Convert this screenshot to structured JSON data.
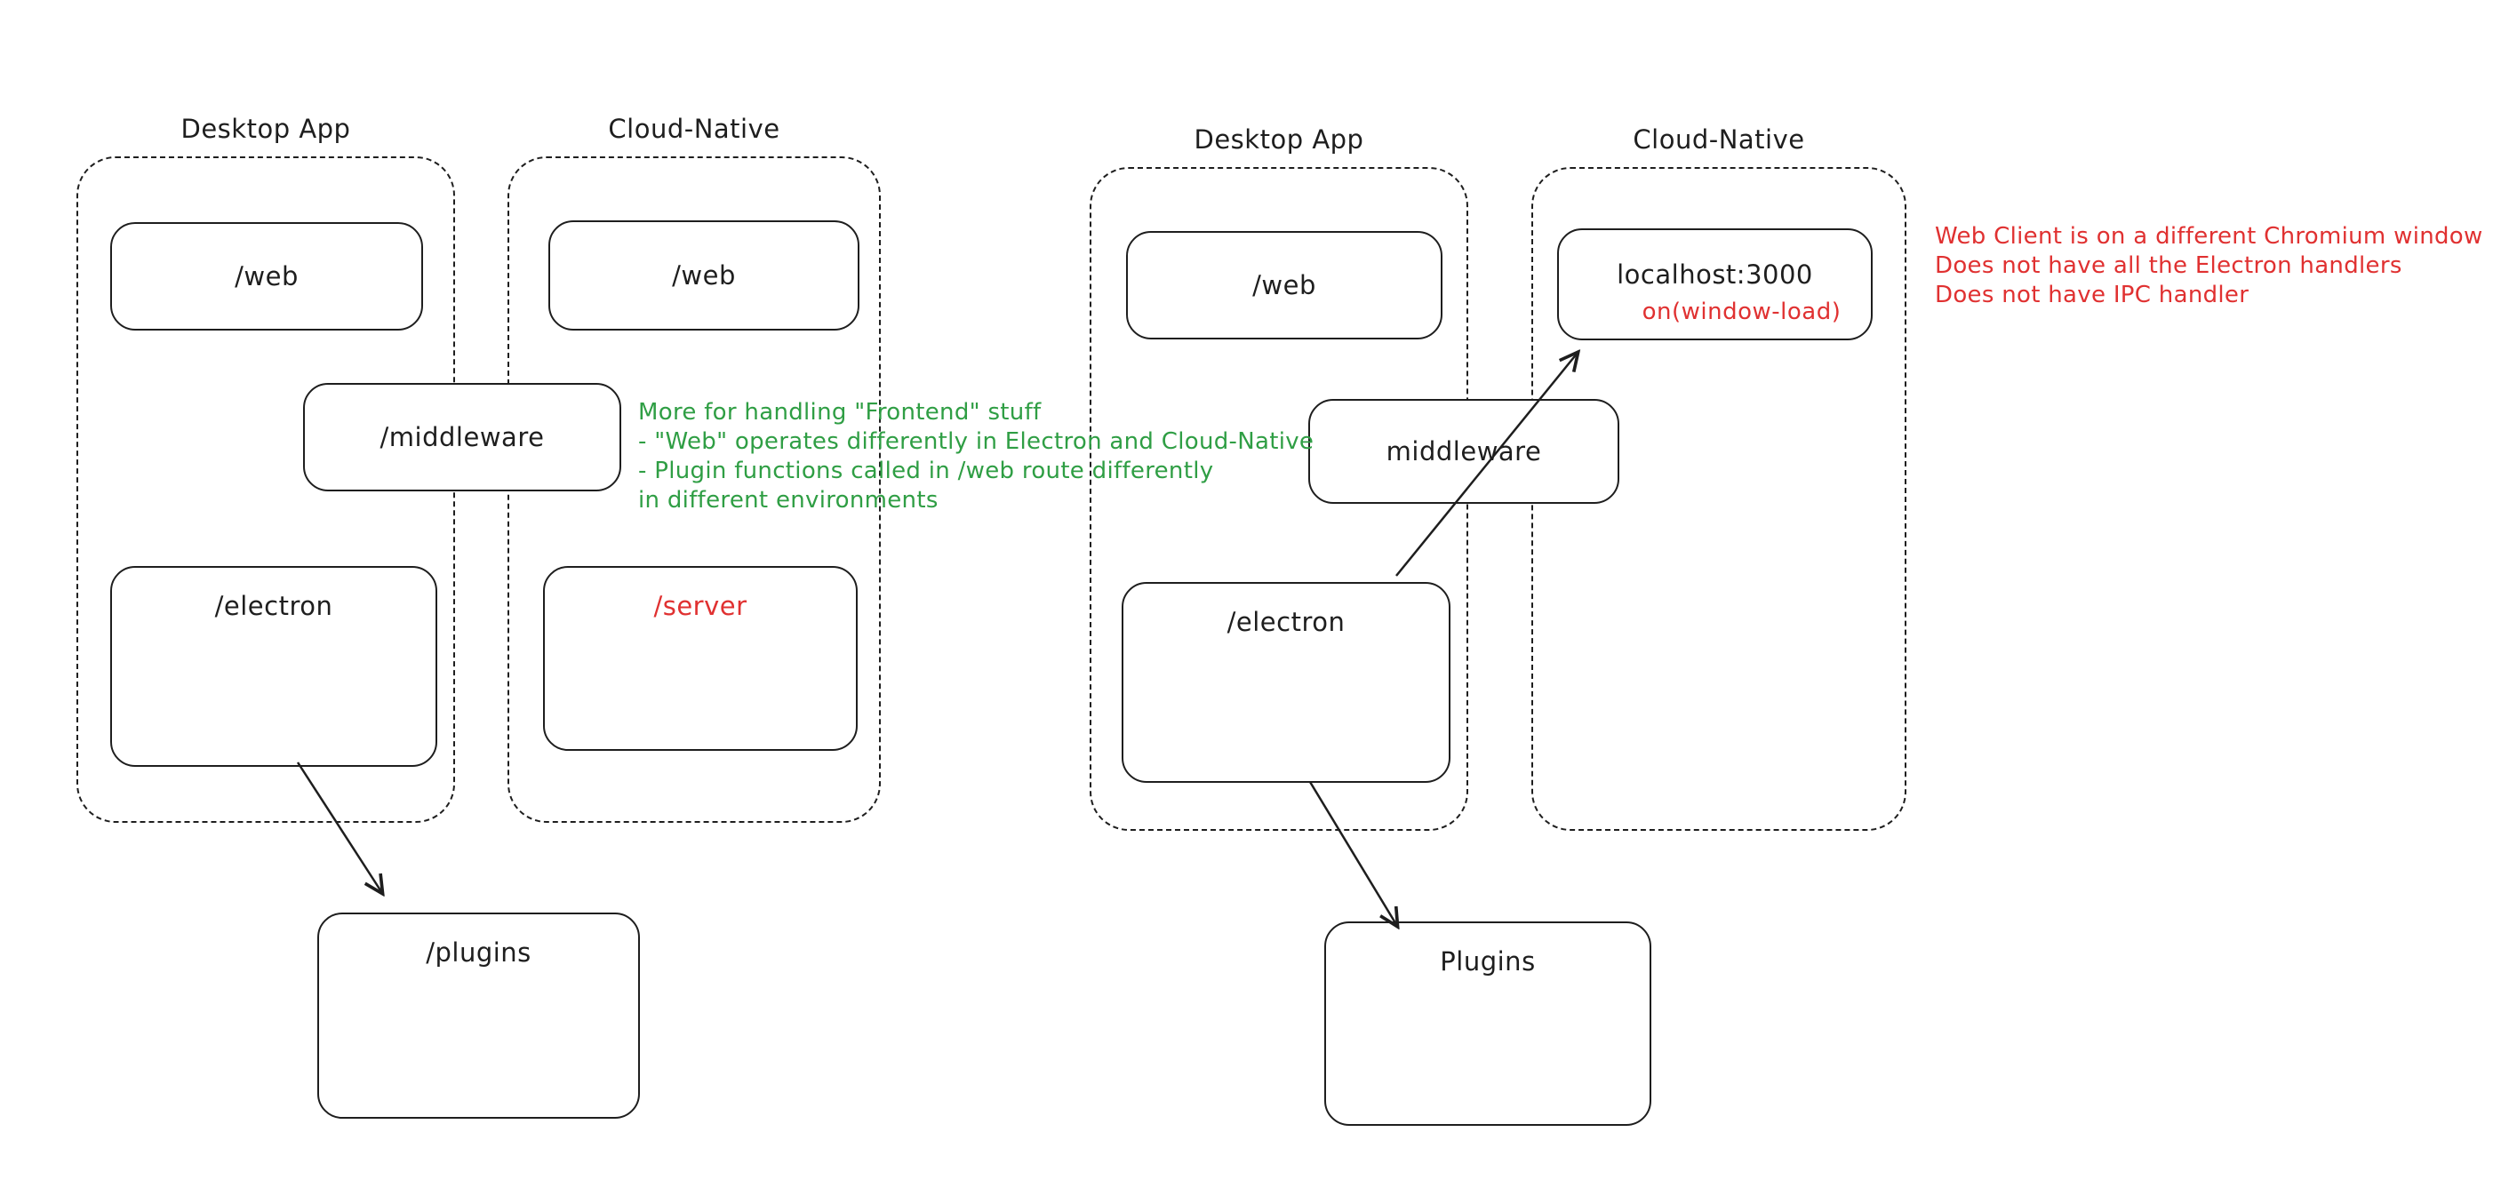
{
  "colors": {
    "stroke": "#1e1e1e",
    "green_note": "#2f9e44",
    "red_note": "#e03131"
  },
  "left": {
    "desktop_group_label": "Desktop App",
    "cloud_group_label": "Cloud-Native",
    "desktop_web_label": "/web",
    "cloud_web_label": "/web",
    "middleware_label": "/middleware",
    "electron_label": "/electron",
    "server_label": "/server",
    "plugins_label": "/plugins",
    "note_lines": [
      "More for handling \"Frontend\" stuff",
      "- \"Web\" operates differently in Electron and Cloud-Native",
      "- Plugin functions called in /web route differently",
      "in different environments"
    ]
  },
  "right": {
    "desktop_group_label": "Desktop App",
    "cloud_group_label": "Cloud-Native",
    "desktop_web_label": "/web",
    "localhost_label": "localhost:3000",
    "window_load_label": "on(window-load)",
    "middleware_label": "middleware",
    "electron_label": "/electron",
    "plugins_label": "Plugins",
    "note_lines": [
      "Web Client is on a different Chromium window",
      "Does not have all the Electron handlers",
      "Does not have IPC handler"
    ]
  }
}
